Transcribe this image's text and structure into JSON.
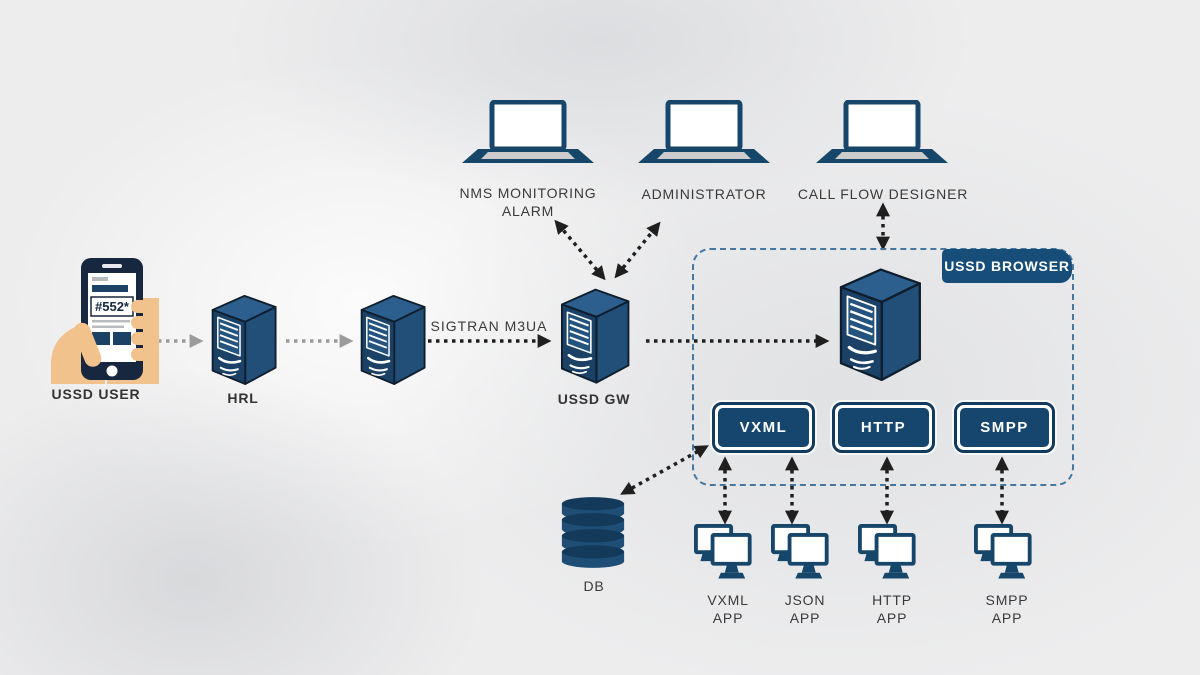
{
  "diagram": {
    "nodes": {
      "ussd_user": {
        "label": "USSD USER",
        "phone_display": "#552*"
      },
      "hrl": {
        "label": "HRL"
      },
      "sigtran_link": {
        "label": "SIGTRAN M3UA"
      },
      "ussd_gw": {
        "label": "USSD GW"
      },
      "nms": {
        "label": "NMS MONITORING\nALARM"
      },
      "administrator": {
        "label": "ADMINISTRATOR"
      },
      "call_flow_designer": {
        "label": "CALL FLOW DESIGNER"
      },
      "ussd_browser": {
        "label": "USSD BROWSER"
      },
      "db": {
        "label": "DB"
      }
    },
    "browser_buttons": [
      {
        "label": "VXML"
      },
      {
        "label": "HTTP"
      },
      {
        "label": "SMPP"
      }
    ],
    "apps": [
      {
        "label": "VXML\nAPP"
      },
      {
        "label": "JSON\nAPP"
      },
      {
        "label": "HTTP\nAPP"
      },
      {
        "label": "SMPP\nAPP"
      }
    ],
    "colors": {
      "navy_front": "#1b4266",
      "navy_side": "#224f78",
      "navy_top": "#2c5f8d",
      "dashed_border": "#4677a3",
      "arrow_black": "#1f1f1f",
      "arrow_gray": "#9b9b9b",
      "hand_skin": "#f2c28c",
      "background": "#ededee"
    }
  }
}
